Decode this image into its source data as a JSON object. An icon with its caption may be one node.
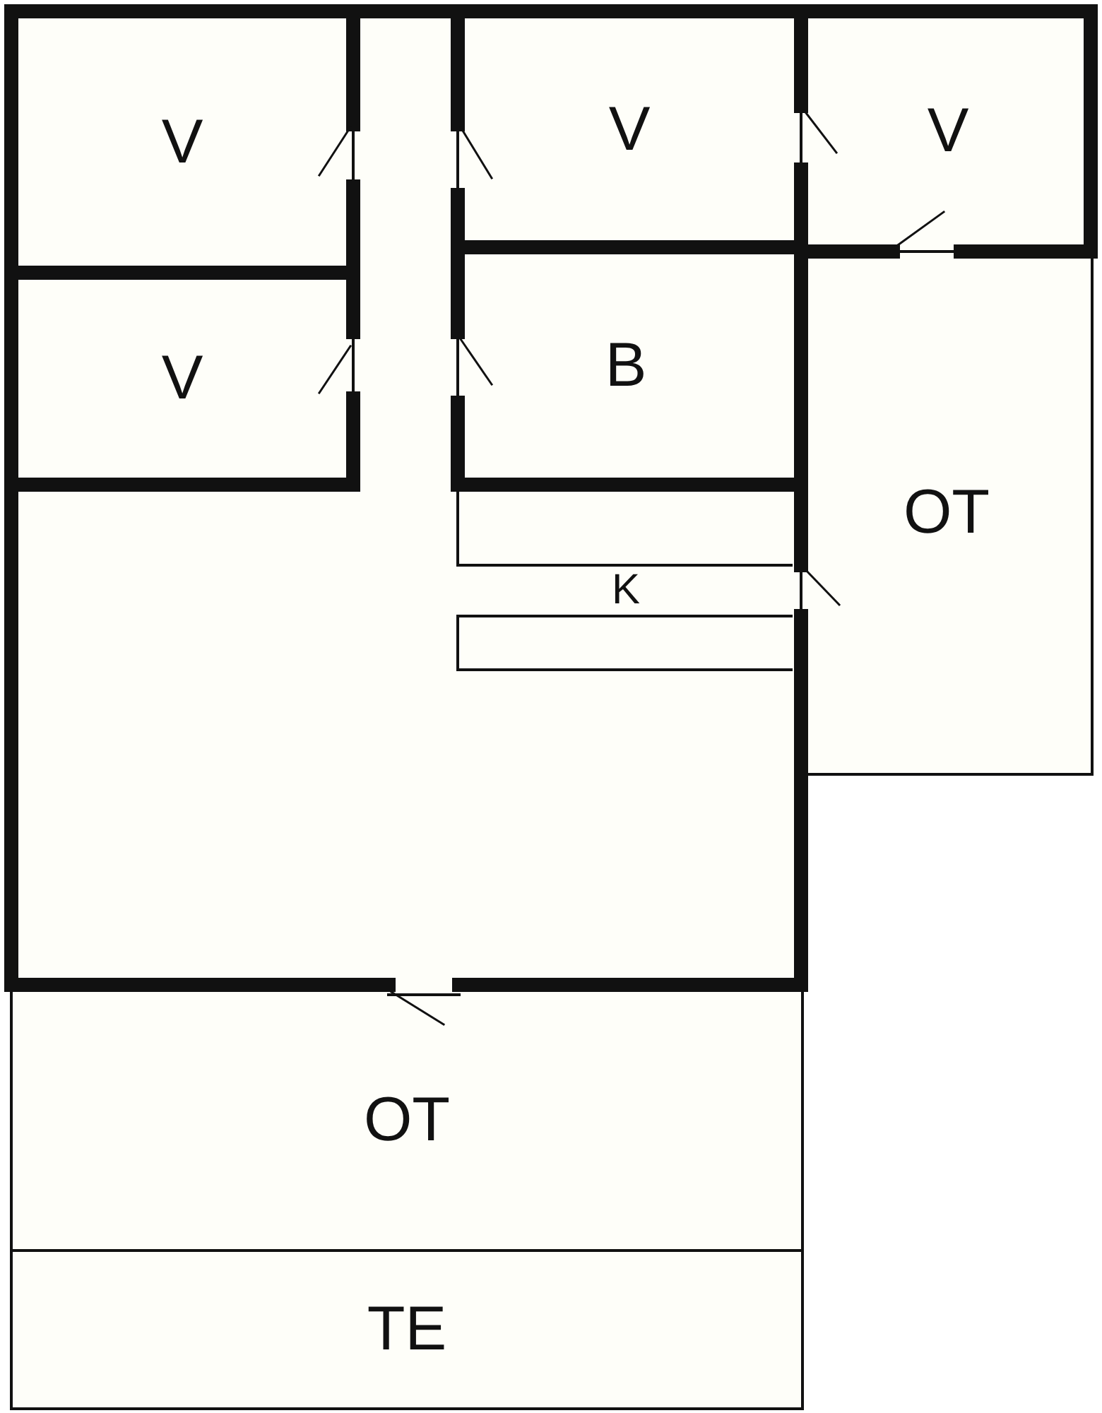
{
  "diagram": {
    "nodes": [
      {
        "text": [
          "V"
        ]
      },
      {
        "text": [
          "V"
        ]
      },
      {
        "text": [
          "V"
        ]
      },
      {
        "text": [
          "V"
        ]
      },
      {
        "text": [
          "B"
        ]
      },
      {
        "text": [
          "OT"
        ]
      },
      {
        "text": [
          "K"
        ]
      },
      {
        "text": [
          "OT"
        ]
      },
      {
        "text": [
          "TE"
        ]
      }
    ]
  }
}
